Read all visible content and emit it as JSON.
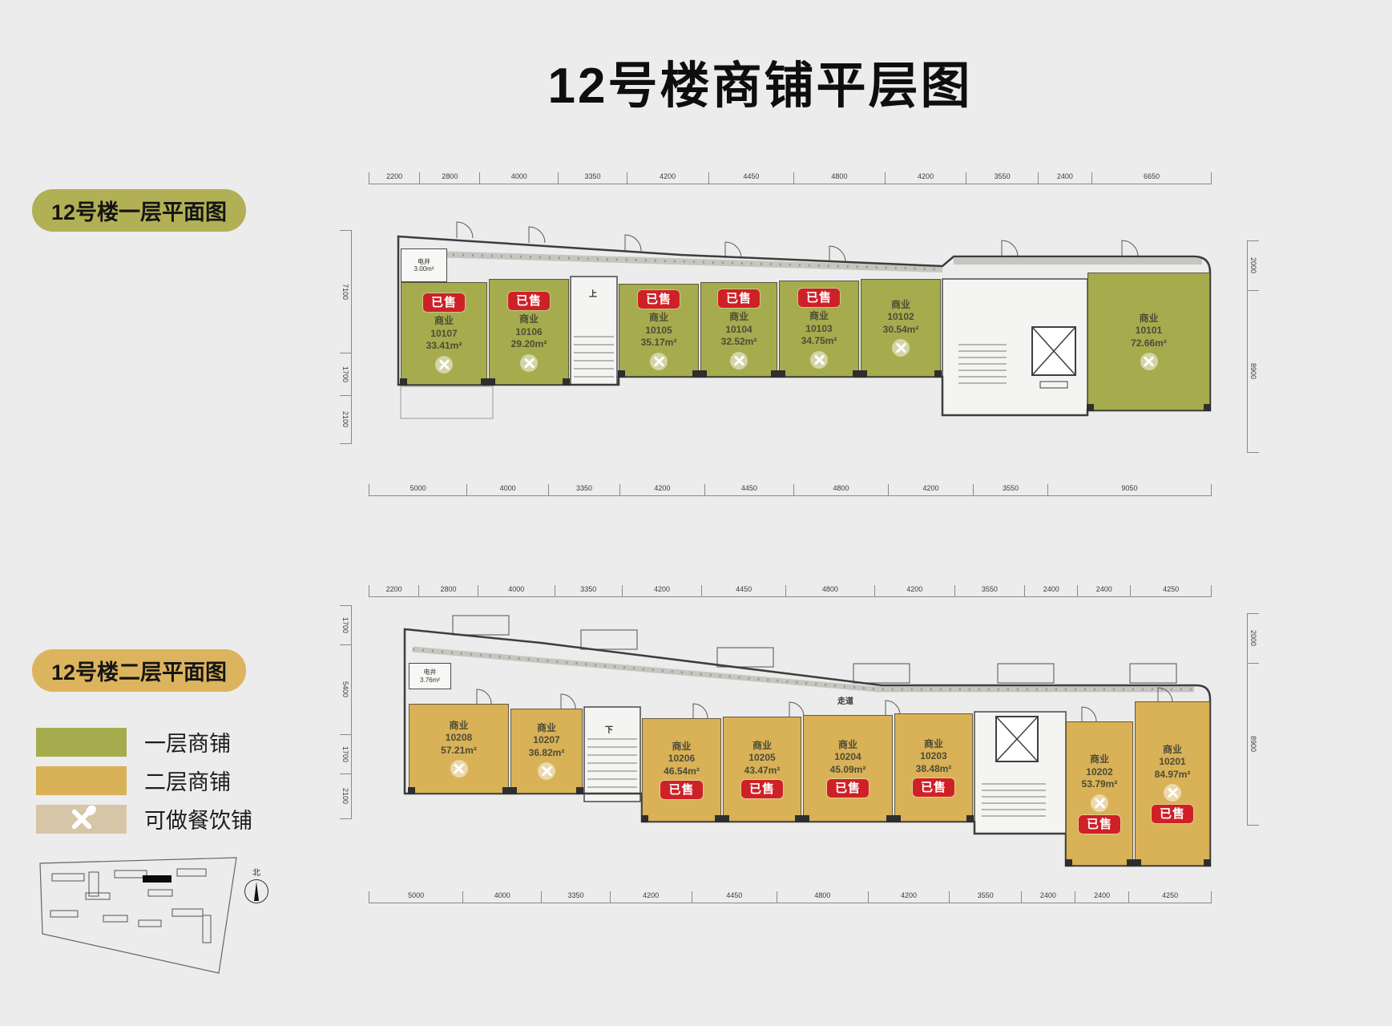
{
  "title": "12号楼商铺平层图",
  "labels": {
    "sold": "已售",
    "up": "上",
    "down": "下",
    "corridor": "走道"
  },
  "floor1": {
    "label": "12号楼一层平面图",
    "dims_top": [
      "2200",
      "2800",
      "4000",
      "3350",
      "4200",
      "4450",
      "4800",
      "4200",
      "3550",
      "2400",
      "6650"
    ],
    "dims_bottom": [
      "5000",
      "4000",
      "3350",
      "4200",
      "4450",
      "4800",
      "4200",
      "3550",
      "9050"
    ],
    "dims_left": [
      "7100",
      "1700",
      "2100"
    ],
    "dims_right": [
      "2000",
      "8900"
    ],
    "utility": {
      "name": "电井",
      "area": "3.00m²"
    },
    "shops": [
      {
        "type": "商业",
        "id": "10107",
        "area": "33.41m²",
        "sold": true
      },
      {
        "type": "商业",
        "id": "10106",
        "area": "29.20m²",
        "sold": true
      },
      {
        "type": "商业",
        "id": "10105",
        "area": "35.17m²",
        "sold": true
      },
      {
        "type": "商业",
        "id": "10104",
        "area": "32.52m²",
        "sold": true
      },
      {
        "type": "商业",
        "id": "10103",
        "area": "34.75m²",
        "sold": true
      },
      {
        "type": "商业",
        "id": "10102",
        "area": "30.54m²",
        "sold": false
      },
      {
        "type": "商业",
        "id": "10101",
        "area": "72.66m²",
        "sold": false
      }
    ]
  },
  "floor2": {
    "label": "12号楼二层平面图",
    "dims_top": [
      "2200",
      "2800",
      "4000",
      "3350",
      "4200",
      "4450",
      "4800",
      "4200",
      "3550",
      "2400",
      "2400",
      "4250"
    ],
    "dims_bottom": [
      "5000",
      "4000",
      "3350",
      "4200",
      "4450",
      "4800",
      "4200",
      "3550",
      "2400",
      "2400",
      "4250"
    ],
    "dims_left": [
      "1700",
      "5400",
      "1700",
      "2100"
    ],
    "dims_right": [
      "2000",
      "8900"
    ],
    "utility": {
      "name": "电井",
      "area": "3.76m²"
    },
    "shops": [
      {
        "type": "商业",
        "id": "10208",
        "area": "57.21m²",
        "sold": false
      },
      {
        "type": "商业",
        "id": "10207",
        "area": "36.82m²",
        "sold": false
      },
      {
        "type": "商业",
        "id": "10206",
        "area": "46.54m²",
        "sold": true
      },
      {
        "type": "商业",
        "id": "10205",
        "area": "43.47m²",
        "sold": true
      },
      {
        "type": "商业",
        "id": "10204",
        "area": "45.09m²",
        "sold": true
      },
      {
        "type": "商业",
        "id": "10203",
        "area": "38.48m²",
        "sold": true
      },
      {
        "type": "商业",
        "id": "10202",
        "area": "53.79m²",
        "sold": true
      },
      {
        "type": "商业",
        "id": "10201",
        "area": "84.97m²",
        "sold": true
      }
    ]
  },
  "legend": {
    "items": [
      {
        "label": "一层商铺",
        "color": "#a6ab4d"
      },
      {
        "label": "二层商铺",
        "color": "#d9b157"
      },
      {
        "label": "可做餐饮铺",
        "color": "#d6c5a6",
        "icon": "fork-spoon-icon"
      }
    ]
  },
  "compass": {
    "label": "北"
  },
  "colors": {
    "background": "#ececec",
    "floor1_shop": "#a6ab4d",
    "floor2_shop": "#d9b157",
    "restaurant_legend": "#d6c5a6",
    "sold_badge": "#ce2127",
    "floor1_tag": "#b2b055",
    "floor2_tag": "#ddb45e"
  }
}
